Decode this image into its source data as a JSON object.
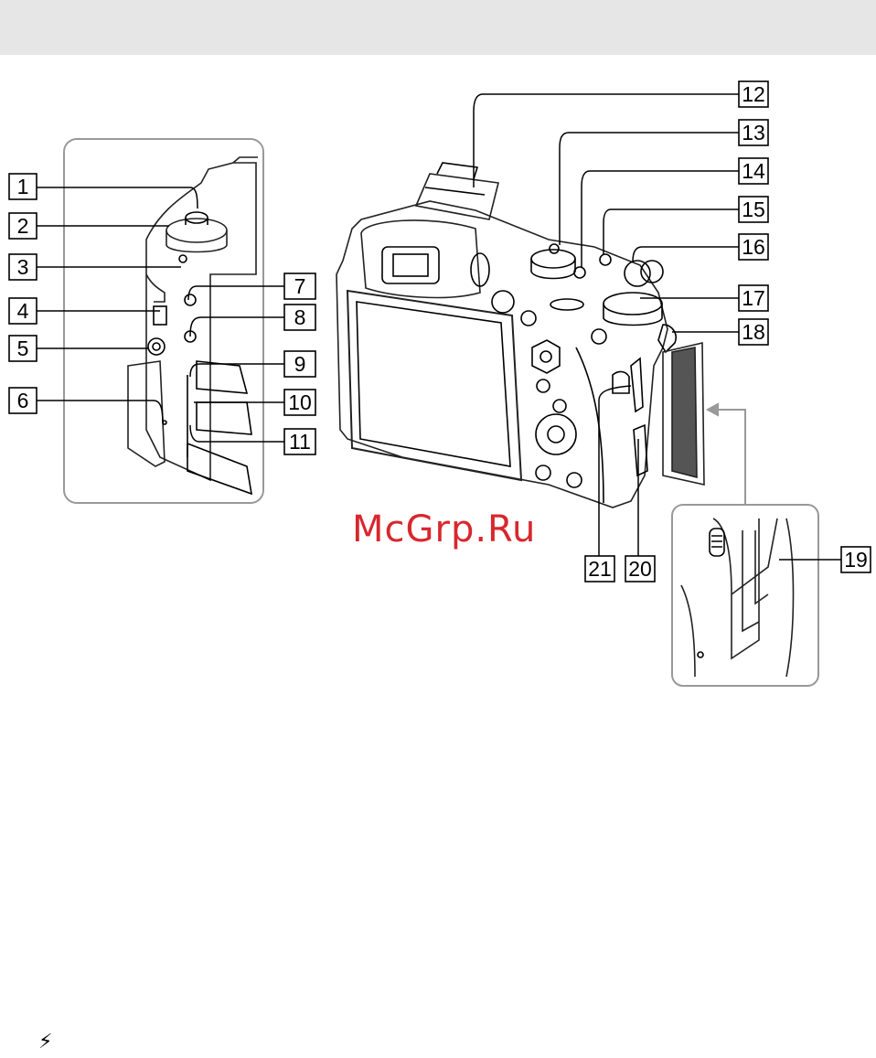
{
  "watermark": "McGrp.Ru",
  "footer_icon": "flash-icon",
  "callouts": {
    "c1": "1",
    "c2": "2",
    "c3": "3",
    "c4": "4",
    "c5": "5",
    "c6": "6",
    "c7": "7",
    "c8": "8",
    "c9": "9",
    "c10": "10",
    "c11": "11",
    "c12": "12",
    "c13": "13",
    "c14": "14",
    "c15": "15",
    "c16": "16",
    "c17": "17",
    "c18": "18",
    "c19": "19",
    "c20": "20",
    "c21": "21"
  }
}
